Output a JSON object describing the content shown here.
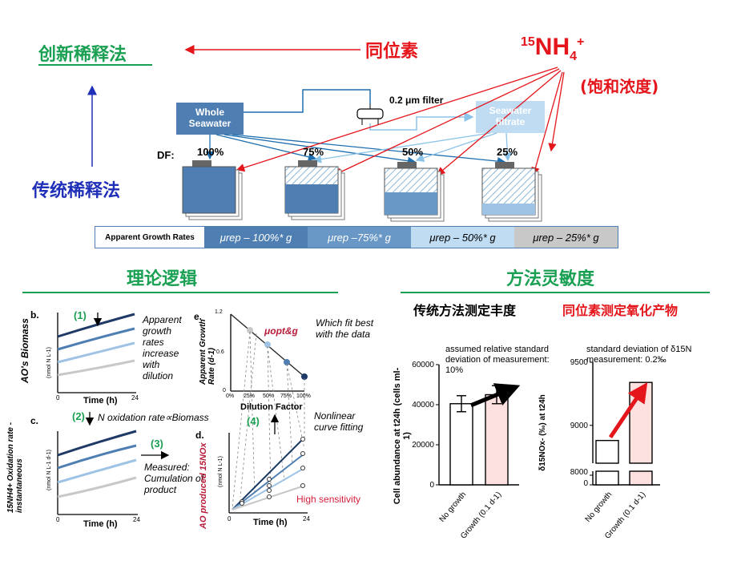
{
  "top": {
    "innovative_method": "创新稀释法",
    "traditional_method": "传统稀释法",
    "isotope": "同位素",
    "nh4_label_sup": "15",
    "nh4_label_base": "NH",
    "nh4_label_sub": "4",
    "nh4_label_charge": "+",
    "saturation": "(饱和浓度)",
    "filter_label": "0.2 μm filter",
    "whole_seawater": "Whole Seawater",
    "seawater_filtrate": "Seawater filtrate",
    "df_label": "DF:",
    "dilutions": [
      "100%",
      "75%",
      "50%",
      "25%"
    ],
    "growth_rates_label": "Apparent Growth Rates",
    "growth_rates": [
      "μrep – 100%* g",
      "μrep –75%* g",
      "μrep – 50%* g",
      "μrep – 25%* g"
    ]
  },
  "sections": {
    "theory": "理论逻辑",
    "sensitivity": "方法灵敏度",
    "traditional_abundance": "传统方法测定丰度",
    "isotope_oxidation": "同位素测定氧化产物"
  },
  "panel_b": {
    "letter": "b.",
    "step": "(1)",
    "ylabel": "AO's  Biomass",
    "yunit": "(nmol N L-1)",
    "xlabel": "Time (h)",
    "x0": "0",
    "x1": "24",
    "note": "Apparent growth rates increase with dilution"
  },
  "panel_c": {
    "letter": "c.",
    "step": "(2)",
    "arrow_text": "N oxidation rate∝Biomass",
    "ylabel": "15NH4+ Oxidation rate -instantaneous",
    "yunit": "(nmol N L-1 d-1)",
    "xlabel": "Time (h)",
    "x0": "0",
    "x1": "24"
  },
  "panel_mid": {
    "step": "(3)",
    "note": "Measured: Cumulation of product"
  },
  "panel_e": {
    "letter": "e.",
    "ylabel": "Apparent Growth Rate (d-1)",
    "y_ticks": [
      "1.2",
      "0.6",
      "0"
    ],
    "x_ticks": [
      "0%",
      "25%",
      "50%",
      "75%",
      "100%"
    ],
    "xlabel": "Dilution Factor",
    "annotation": "μopt&g",
    "note": "Which fit best with the data"
  },
  "panel_d": {
    "letter": "d.",
    "step": "(4)",
    "ylabel": "AO produced 15NOx",
    "yunit": "(nmol N L-1)",
    "xlabel": "Time (h)",
    "x0": "0",
    "x1": "24",
    "note": "Nonlinear curve fitting",
    "sensitivity": "High sensitivity"
  },
  "chart_data": [
    {
      "type": "bar",
      "categories": [
        "No growth",
        "Growth (0.1 d-1)"
      ],
      "values": [
        40500,
        45000
      ],
      "errors": [
        4000,
        4500
      ],
      "ylabel": "Cell abundance at t24h (cells ml-1)",
      "y_ticks": [
        "0",
        "20000",
        "40000",
        "60000"
      ],
      "ylim": [
        0,
        60000
      ],
      "annotation": "assumed relative standard deviation of measurement: 10%",
      "colors": [
        "#ffffff",
        "#fde0e0"
      ]
    },
    {
      "type": "bar",
      "categories": [
        "No growth",
        "Growth (0.1 d-1)"
      ],
      "values": [
        8880,
        9340
      ],
      "ylabel": "δ15NOx- (‰) at t24h",
      "y_ticks": [
        "0",
        "8000",
        "9000",
        "9500"
      ],
      "ylim": [
        8600,
        9500
      ],
      "annotation": "standard deviation of δ15N measurement: 0.2‰",
      "colors": [
        "#ffffff",
        "#fde0e0"
      ]
    }
  ]
}
